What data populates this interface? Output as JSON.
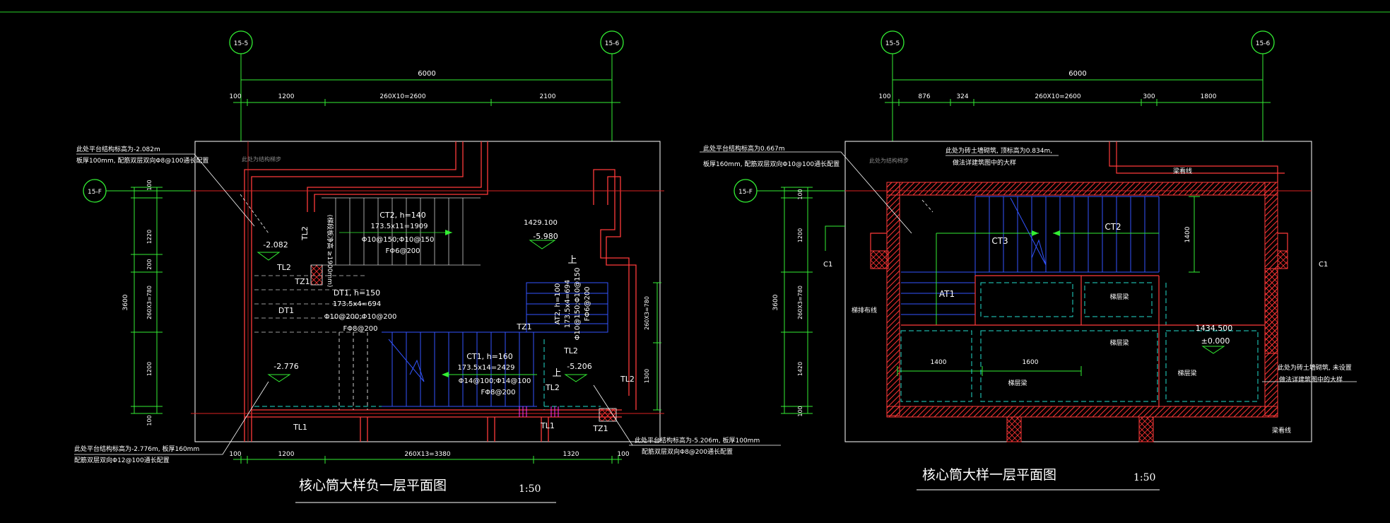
{
  "colors": {
    "background": "#000000",
    "wall": "#ff3a3a",
    "axis": "#dd2222",
    "dim": "#33ee33",
    "stair": "#3355ff",
    "dash": "#22ddcc",
    "hatch": "#ff3333",
    "text": "#ffffff",
    "magenta": "#ff33ff"
  },
  "left_plan": {
    "grid_top_left": "15-5",
    "grid_top_right": "15-6",
    "grid_side": "15-F",
    "dims_top": {
      "total": "6000",
      "a": "100",
      "b": "1200",
      "c": "260X10=2600",
      "d": "2100"
    },
    "dims_left": {
      "total": "3600",
      "a": "100",
      "b": "1220",
      "c": "200",
      "d": "260X3=780",
      "e": "1200",
      "f": "100"
    },
    "dims_right": {
      "a": "260X3=780",
      "b": "1300"
    },
    "dims_bottom": {
      "a": "100",
      "b": "1200",
      "c": "260X13=3380",
      "d": "1320",
      "e": "100"
    },
    "note_top_left_1": "此处平台结构标高为-2.082m",
    "note_top_left_2": "板厚100mm, 配筋双层双向Φ8@100通长配置",
    "note_hatch": "此处为结构梯步",
    "ct2": [
      "CT2, h=140",
      "173.5x11=1909",
      "Φ10@150;Φ10@150",
      "FΦ6@200"
    ],
    "dt1": [
      "DT1, h=150",
      "173.5x4=694",
      "Φ10@200;Φ10@200",
      "FΦ8@200"
    ],
    "ct1": [
      "CT1, h=160",
      "173.5x14=2429",
      "Φ14@100;Φ14@100",
      "FΦ8@200"
    ],
    "at2": [
      "AT2, h=100",
      "173.5x4=694",
      "Φ10@150;Φ10@150",
      "FΦ6@200"
    ],
    "elev_1429": "1429.100",
    "elev_m5980": "-5.980",
    "elev_m2082": "-2.082",
    "elev_m2776": "-2.776",
    "elev_m5206": "-5.206",
    "vert_note": "(梯段板净高 ≥1900mm)",
    "tl1": "TL1",
    "tl1b": "TL1",
    "tl2a": "TL2",
    "tl2b": "TL2",
    "tl2c": "TL2",
    "tl2d": "TL2",
    "tl2e": "TL2",
    "tz1a": "TZ1",
    "tz1b": "TZ1",
    "tz1c": "TZ1",
    "dt1_label": "DT1",
    "up1": "上",
    "up2": "上",
    "note_bottom_left_1": "此处平台结构标高为-2.776m, 板厚160mm",
    "note_bottom_left_2": "配筋双层双向Φ12@100通长配置",
    "note_bottom_right_1": "此处平台结构标高为-5.206m, 板厚100mm",
    "note_bottom_right_2": "配筋双层双向Φ8@200通长配置",
    "title": "核心筒大样负一层平面图",
    "scale": "1:50"
  },
  "right_plan": {
    "grid_top_left": "15-5",
    "grid_top_right": "15-6",
    "grid_side": "15-F",
    "dims_top": {
      "total": "6000",
      "a": "100",
      "b": "876",
      "c": "324",
      "d": "260X10=2600",
      "e": "300",
      "f": "1800"
    },
    "dims_left": {
      "total": "3600",
      "a": "100",
      "b": "1200",
      "c": "260X3=780",
      "d": "1420",
      "e": "100"
    },
    "note_top_left_1": "此处平台结构标高为0.667m",
    "note_top_left_2": "板厚160mm, 配筋双层双向Φ10@100通长配置",
    "note_hatch": "此处为结构梯步",
    "note_top_mid_1": "此处为砖土墙砌筑, 顶标高为0.834m,",
    "note_top_mid_2": "做法详建筑图中的大样",
    "ct3": "CT3",
    "ct2": "CT2",
    "at1": "AT1",
    "dim_1400v": "1400",
    "dim_1400h": "1400",
    "dim_1600": "1600",
    "elev_1434": "1434.500",
    "elev_zero": "±0.000",
    "bei1": "梯层梁",
    "bei2": "梯层梁",
    "bei3": "梯层梁",
    "bei4": "梯层梁",
    "slope_line": "梯排布线",
    "door_label": "C1",
    "door_label_right": "C1",
    "beam_line": "梁看线",
    "beam_line_b": "梁看线",
    "note_right_1": "此处为砖土墙砌筑, 未设置",
    "note_right_2": "做法详建筑图中的大样",
    "title": "核心筒大样一层平面图",
    "scale": "1:50"
  }
}
